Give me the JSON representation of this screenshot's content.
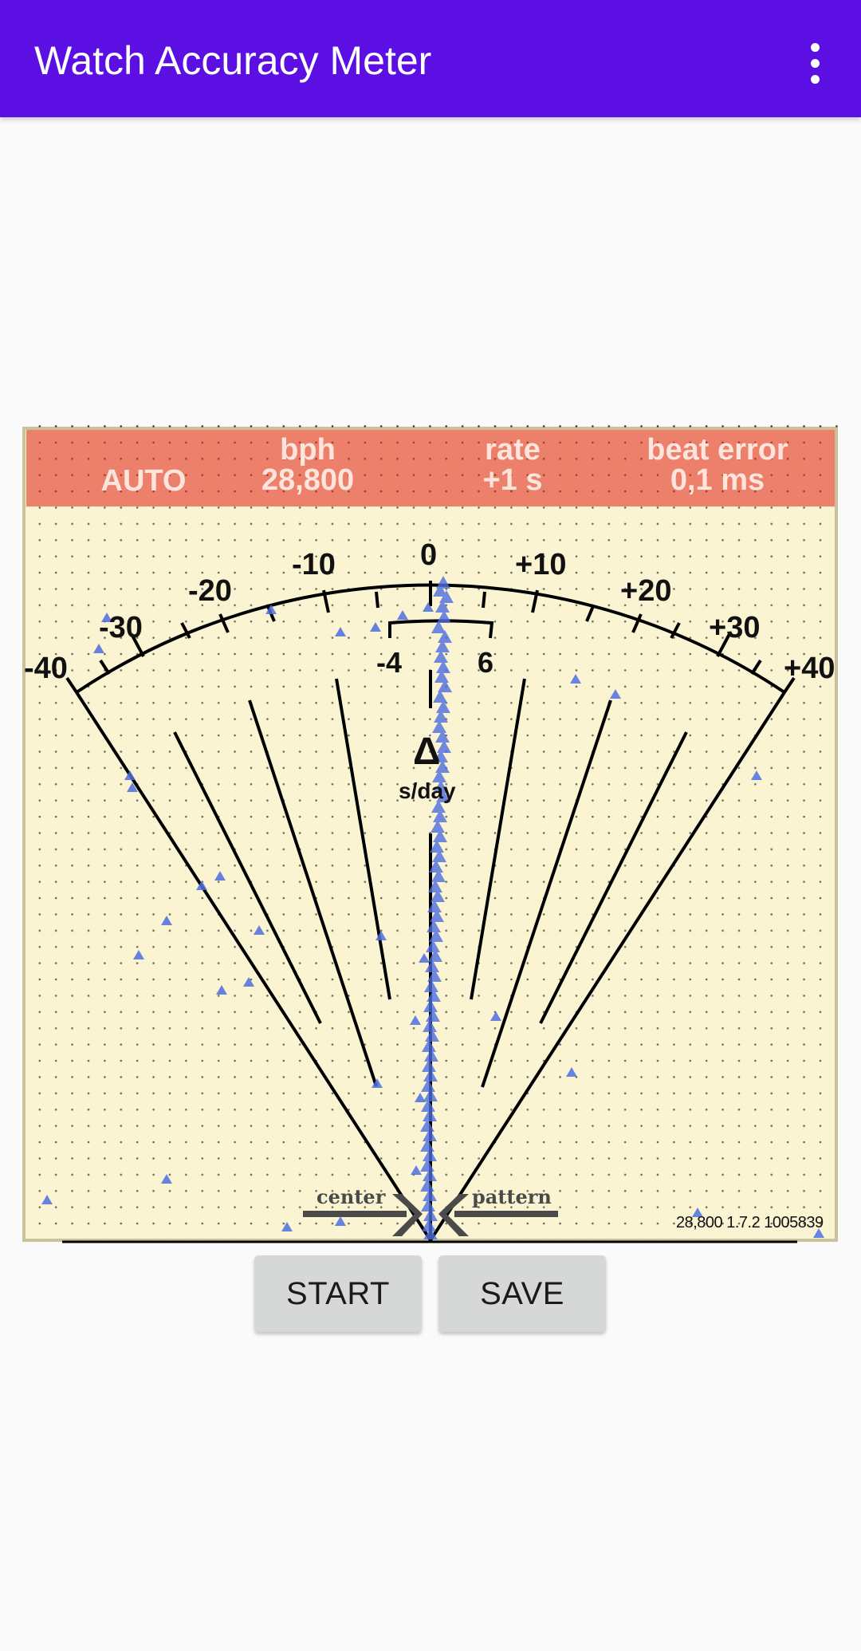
{
  "app_bar": {
    "title": "Watch Accuracy Meter",
    "menu_icon": "more-vert-icon"
  },
  "meter": {
    "header": {
      "mode": "AUTO",
      "bph_label": "bph",
      "bph_value": "28,800",
      "rate_label": "rate",
      "rate_value": "+1 s",
      "beat_error_label": "beat error",
      "beat_error_value": "0,1 ms"
    },
    "scale_labels": [
      "-40",
      "-30",
      "-20",
      "-10",
      "0",
      "+10",
      "+20",
      "+30",
      "+40"
    ],
    "tolerance_low": "-4",
    "tolerance_high": "6",
    "unit_symbol": "Δ",
    "unit_label": "s/day",
    "center_label": "center",
    "pattern_label": "pattern",
    "footer_info": "28,800 1.7.2 1005839",
    "colors": {
      "header_band": "#ec806b",
      "panel_bg": "#fbf4d3",
      "marker": "#4d6ee0",
      "app_bar": "#5b0fe3"
    }
  },
  "buttons": {
    "start": "START",
    "save": "SAVE"
  }
}
